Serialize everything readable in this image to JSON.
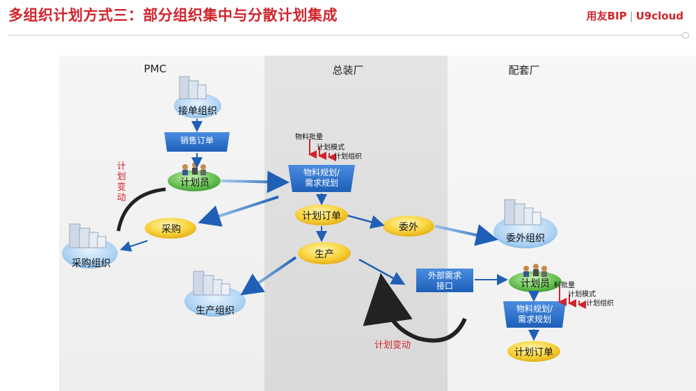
{
  "header": {
    "title": "多组织计划方式三：部分组织集中与分散计划集成",
    "logo_main": "用友BIP",
    "logo_sub": "U9cloud"
  },
  "columns": {
    "pmc": "PMC",
    "assembly": "总装厂",
    "supplier": "配套厂"
  },
  "nodes": {
    "order_org": "接单组织",
    "sales_order": "销售订单",
    "planner_pmc": "计划员",
    "purchase": "采购",
    "purchase_org": "采购组织",
    "mrp_drp_line1": "物料规划/",
    "mrp_drp_line2": "需求规划",
    "plan_order_mid": "计划订单",
    "outsource": "委外",
    "outsource_org": "委外组织",
    "production": "生产",
    "production_org": "生产组织",
    "ext_demand_line1": "外部需求",
    "ext_demand_line2": "接口",
    "planner_sup": "计划员",
    "mrp_drp_sup_line1": "物料规划/",
    "mrp_drp_sup_line2": "需求规划",
    "plan_order_sup": "计划订单"
  },
  "params_mid": {
    "p1": "物料批量",
    "p2": "计划模式",
    "p3": "计划组织"
  },
  "params_sup": {
    "p1": "料批量",
    "p2": "计划模式",
    "p3": "计划组织"
  },
  "change_labels": {
    "left_c1": "计",
    "left_c2": "划",
    "left_c3": "变",
    "left_c4": "动",
    "bottom": "计划变动"
  },
  "colors": {
    "accent_red": "#d0242b",
    "node_blue": "#2e6fc8",
    "node_yellow": "#f6c21a",
    "node_green": "#52b34a"
  }
}
